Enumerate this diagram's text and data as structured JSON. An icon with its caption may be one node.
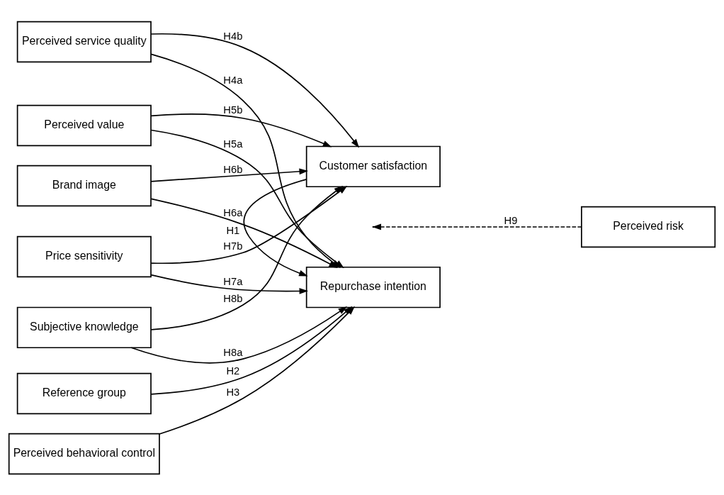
{
  "diagram": {
    "nodes": [
      {
        "text": [
          "Perceived service quality"
        ]
      },
      {
        "text": [
          "Perceived value"
        ]
      },
      {
        "text": [
          "Brand image"
        ]
      },
      {
        "text": [
          "Price sensitivity"
        ]
      },
      {
        "text": [
          "Subjective knowledge"
        ]
      },
      {
        "text": [
          "Reference group"
        ]
      },
      {
        "text": [
          "Perceived behavioral control"
        ]
      },
      {
        "text": [
          "Customer satisfaction"
        ]
      },
      {
        "text": [
          "Perceived risk"
        ]
      },
      {
        "text": [
          "Repurchase intention"
        ]
      }
    ],
    "edges": [
      {
        "from": 0,
        "to": 7,
        "arrow": "to",
        "label": "H4b"
      },
      {
        "from": 0,
        "to": 9,
        "arrow": "to",
        "label": "H4a"
      },
      {
        "from": 1,
        "to": 7,
        "arrow": "to",
        "label": "H5b"
      },
      {
        "from": 1,
        "to": 9,
        "arrow": "to",
        "label": "H5a"
      },
      {
        "from": 2,
        "to": 7,
        "arrow": "to",
        "label": "H6b"
      },
      {
        "from": 2,
        "to": 9,
        "arrow": "to",
        "label": "H6a"
      },
      {
        "from": 3,
        "to": 7,
        "arrow": "to",
        "label": "H7b"
      },
      {
        "from": 3,
        "to": 9,
        "arrow": "to",
        "label": "H7a"
      },
      {
        "from": 4,
        "to": 7,
        "arrow": "to",
        "label": "H8b"
      },
      {
        "from": 4,
        "to": 9,
        "arrow": "to",
        "label": "H8a"
      },
      {
        "from": 5,
        "to": 9,
        "arrow": "to",
        "label": "H2"
      },
      {
        "from": 6,
        "to": 9,
        "arrow": "to",
        "label": "H3"
      },
      {
        "from": 7,
        "to": 9,
        "arrow": "to",
        "label": "H1"
      },
      {
        "from": 8,
        "to": null,
        "arrow": "to",
        "label": "H9",
        "style": "dashed"
      }
    ]
  }
}
